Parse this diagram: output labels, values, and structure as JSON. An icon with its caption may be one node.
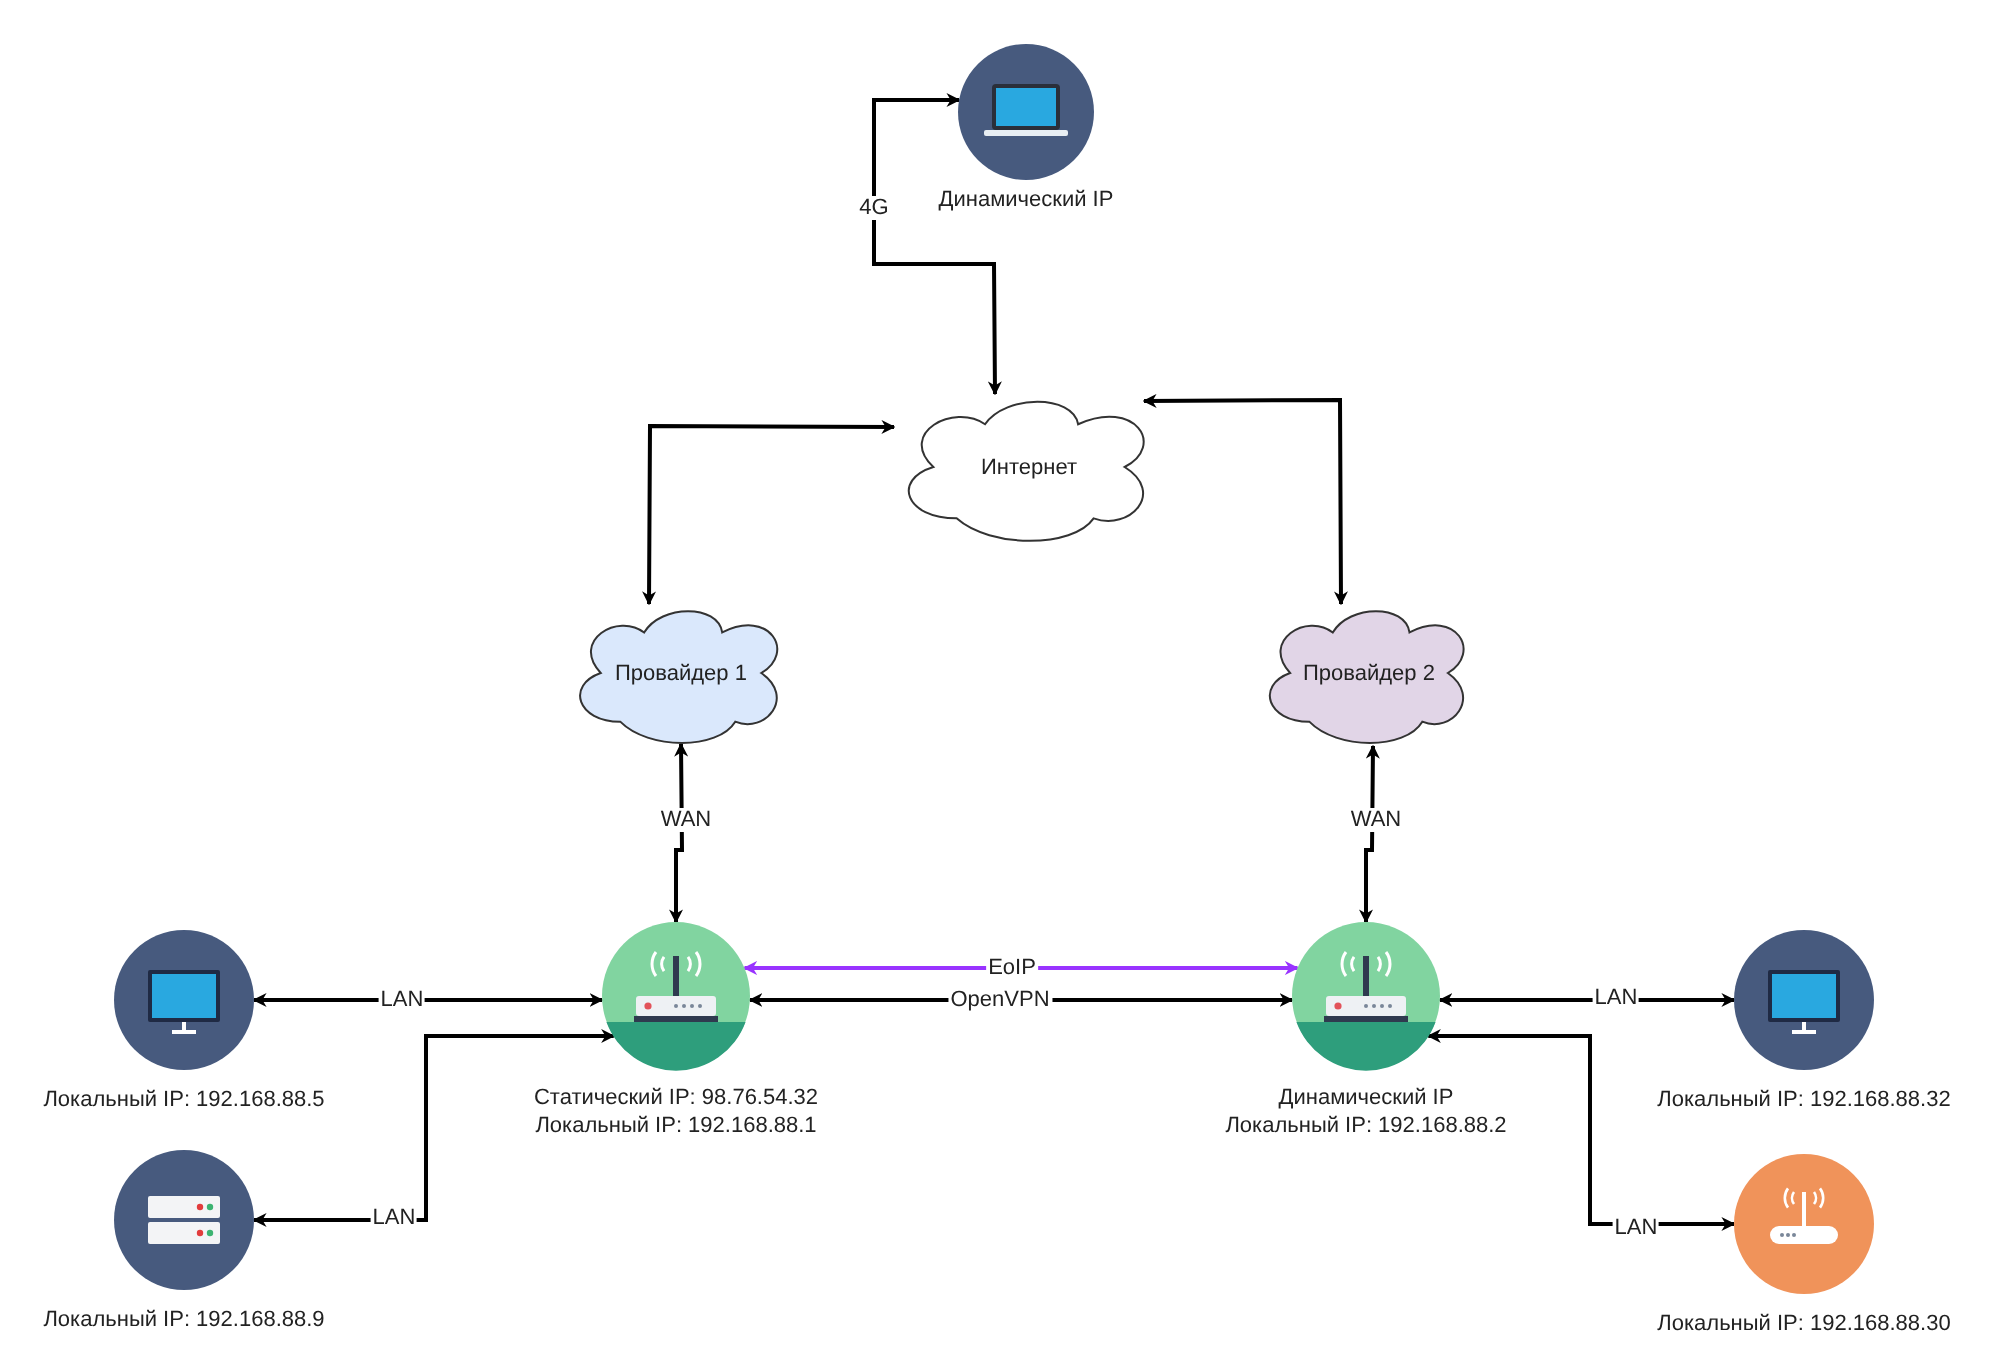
{
  "diagram": {
    "nodes": [
      {
        "text": [
          "Динамический IP"
        ]
      },
      {
        "text": [
          "Интернет"
        ]
      },
      {
        "text": [
          "Провайдер 1"
        ]
      },
      {
        "text": [
          "Провайдер 2"
        ]
      },
      {
        "text": [
          "Статический IP: 98.76.54.32",
          "Локальный IP: 192.168.88.1"
        ]
      },
      {
        "text": [
          "Динамический IP",
          "Локальный IP: 192.168.88.2"
        ]
      },
      {
        "text": [
          "Локальный IP: 192.168.88.5"
        ]
      },
      {
        "text": [
          "Локальный IP: 192.168.88.9"
        ]
      },
      {
        "text": [
          "Локальный IP: 192.168.88.32"
        ]
      },
      {
        "text": [
          "Локальный IP: 192.168.88.30"
        ]
      }
    ],
    "edges": [
      {
        "from": 1,
        "to": 0,
        "arrow": "both",
        "label": "4G"
      },
      {
        "from": 2,
        "to": 1,
        "arrow": "both"
      },
      {
        "from": 3,
        "to": 1,
        "arrow": "both"
      },
      {
        "from": 4,
        "to": 2,
        "arrow": "both",
        "label": "WAN"
      },
      {
        "from": 5,
        "to": 3,
        "arrow": "both",
        "label": "WAN"
      },
      {
        "from": 4,
        "to": 5,
        "arrow": "both",
        "label": "EoIP",
        "color": "#9933ff"
      },
      {
        "from": 4,
        "to": 5,
        "arrow": "both",
        "label": "OpenVPN"
      },
      {
        "from": 6,
        "to": 4,
        "arrow": "both",
        "label": "LAN"
      },
      {
        "from": 7,
        "to": 4,
        "arrow": "both",
        "label": "LAN"
      },
      {
        "from": 5,
        "to": 8,
        "arrow": "both",
        "label": "LAN"
      },
      {
        "from": 5,
        "to": 9,
        "arrow": "both",
        "label": "LAN"
      }
    ]
  }
}
